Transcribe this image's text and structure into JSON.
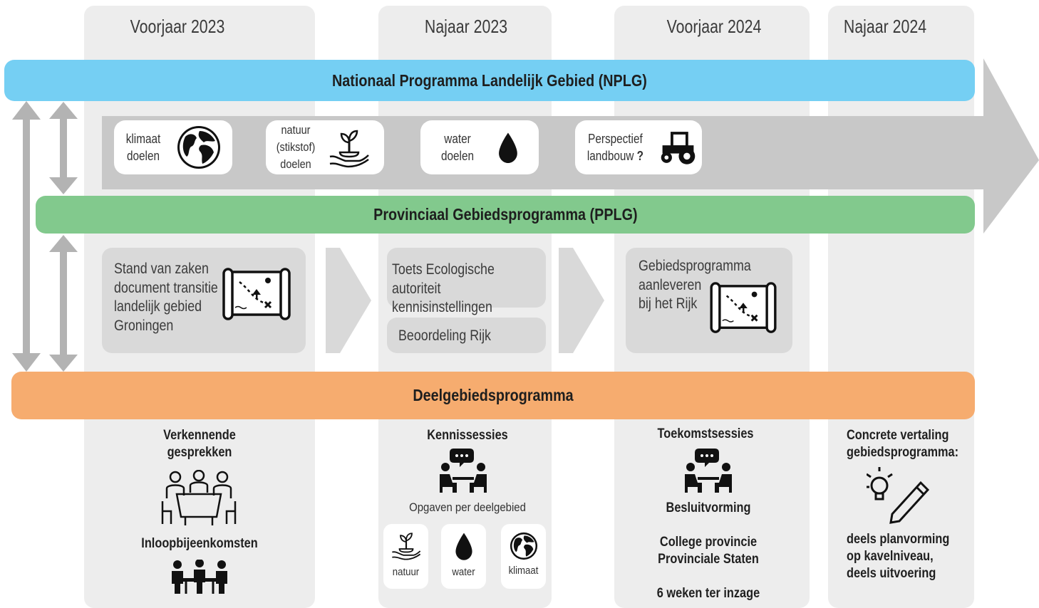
{
  "periods": [
    "Voorjaar 2023",
    "Najaar 2023",
    "Voorjaar 2024",
    "Najaar 2024"
  ],
  "bands": {
    "nplg": "Nationaal Programma Landelijk Gebied (NPLG)",
    "pplg": "Provinciaal Gebiedsprogramma (PPLG)",
    "deel": "Deelgebiedsprogramma"
  },
  "goals": {
    "klimaat": "klimaat\ndoelen",
    "natuur": "natuur\n(stikstof)\ndoelen",
    "water": "water\ndoelen",
    "landbouw_line1": "Perspectief",
    "landbouw_line2": "landbouw",
    "landbouw_q": "?"
  },
  "process": {
    "stand": "Stand van zaken\ndocument transitie\nlandelijk gebied\nGroningen",
    "toets": "Toets Ecologische autoriteit\nkennisinstellingen",
    "beoordeling": "Beoordeling Rijk",
    "gebiedsprogramma": "Gebiedsprogramma\naanleveren\nbij het Rijk"
  },
  "bottom": {
    "col1_title": "Verkennende\ngesprekken",
    "col1_sub": "Inloopbijeenkomsten",
    "col2_title": "Kennissessies",
    "col2_sub": "Opgaven per deelgebied",
    "col2_items": [
      "natuur",
      "water",
      "klimaat"
    ],
    "col3_title": "Toekomstsessies",
    "col3_sub1": "Besluitvorming",
    "col3_sub2": "College provincie\nProvinciale Staten",
    "col3_sub3": "6 weken ter inzage",
    "col4_title": "Concrete vertaling\ngebiedsprogramma:",
    "col4_sub": "deels planvorming\nop kavelniveau,\ndeels uitvoering"
  },
  "colors": {
    "nplg": "#75cff3",
    "pplg": "#82c98d",
    "deel": "#f6ac6f",
    "arrow": "#c8c8c8",
    "column": "#ededed"
  }
}
